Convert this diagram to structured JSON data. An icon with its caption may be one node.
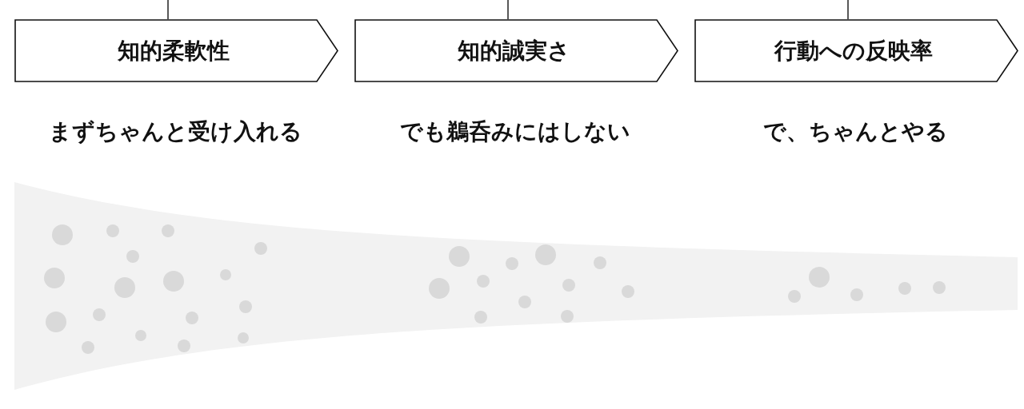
{
  "diagram": {
    "nodes": [
      {
        "text": [
          "知的柔軟性"
        ],
        "beside": [
          "まずちゃんと受け入れる"
        ]
      },
      {
        "text": [
          "知的誠実さ"
        ],
        "beside": [
          "でも鵜呑みにはしない"
        ]
      },
      {
        "text": [
          "行動への反映率"
        ],
        "beside": [
          "で、ちゃんとやる"
        ]
      }
    ],
    "edges": [
      {
        "from": null,
        "to": 0,
        "arrow": "none"
      },
      {
        "from": null,
        "to": 1,
        "arrow": "none"
      },
      {
        "from": null,
        "to": 2,
        "arrow": "none"
      }
    ]
  }
}
